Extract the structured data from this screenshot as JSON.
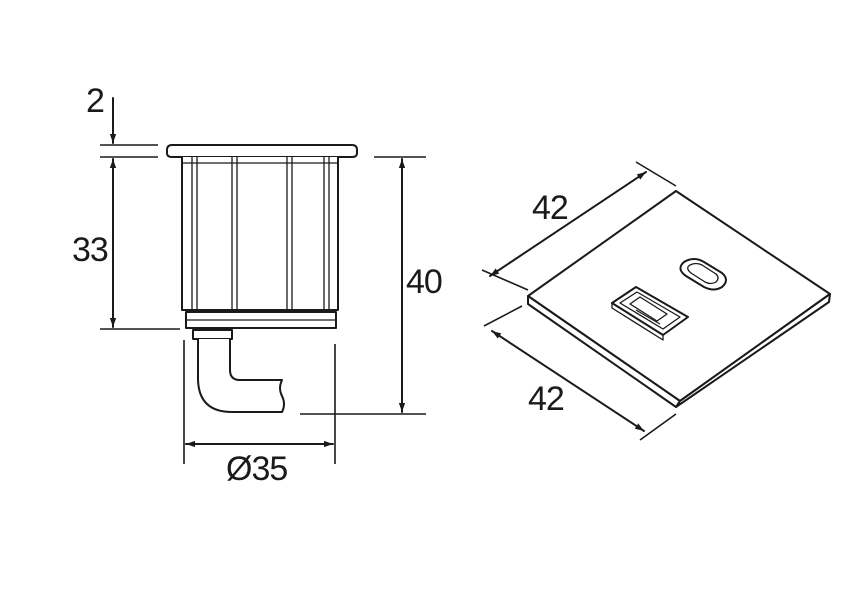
{
  "dimensions": {
    "flange_thickness": "2",
    "body_height": "33",
    "total_height": "40",
    "diameter": "Ø35",
    "plate_width": "42",
    "plate_depth": "42"
  }
}
